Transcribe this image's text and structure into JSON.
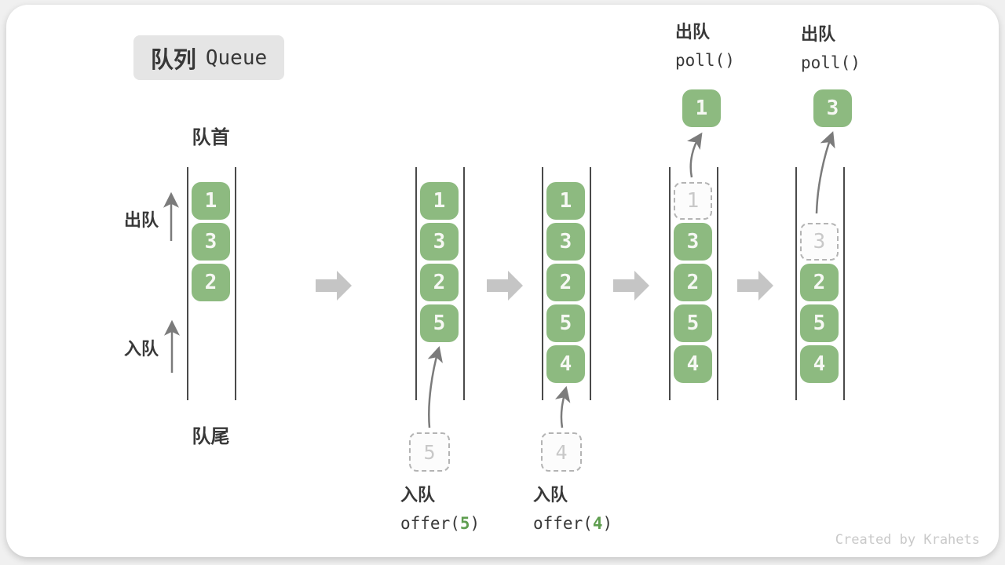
{
  "title": {
    "zh": "队列",
    "en": "Queue"
  },
  "labels": {
    "front": "队首",
    "rear": "队尾",
    "dequeue": "出队",
    "enqueue": "入队"
  },
  "watermark": "Created by Krahets",
  "colors": {
    "block_green": "#8DBA80",
    "block_text": "#F6F8F3",
    "dashed_border": "#B4B4B4",
    "dashed_bg": "#FCFCFC",
    "dashed_text": "#C8C8C8",
    "wall": "#4A4A4A",
    "big_arrow": "#C5C5C5",
    "thin_arrow": "#7B7B7B",
    "text": "#383838",
    "code_green": "#5F9E50",
    "badge_bg": "#E5E5E5",
    "watermark": "#C9C9C9"
  },
  "states": [
    {
      "items": [
        {
          "slot": 0,
          "value": "1"
        },
        {
          "slot": 1,
          "value": "3"
        },
        {
          "slot": 2,
          "value": "2"
        }
      ]
    },
    {
      "items": [
        {
          "slot": 0,
          "value": "1"
        },
        {
          "slot": 1,
          "value": "3"
        },
        {
          "slot": 2,
          "value": "2"
        },
        {
          "slot": 3,
          "value": "5"
        }
      ],
      "insert": {
        "value": "5",
        "label": "入队",
        "code_pre": "offer(",
        "code_arg": "5",
        "code_post": ")"
      }
    },
    {
      "items": [
        {
          "slot": 0,
          "value": "1"
        },
        {
          "slot": 1,
          "value": "3"
        },
        {
          "slot": 2,
          "value": "2"
        },
        {
          "slot": 3,
          "value": "5"
        },
        {
          "slot": 4,
          "value": "4"
        }
      ],
      "insert": {
        "value": "4",
        "label": "入队",
        "code_pre": "offer(",
        "code_arg": "4",
        "code_post": ")"
      }
    },
    {
      "items": [
        {
          "slot": 0,
          "value": "1",
          "dashed": true
        },
        {
          "slot": 1,
          "value": "3"
        },
        {
          "slot": 2,
          "value": "2"
        },
        {
          "slot": 3,
          "value": "5"
        },
        {
          "slot": 4,
          "value": "4"
        }
      ],
      "eject": {
        "value": "1",
        "label": "出队",
        "code": "poll()"
      }
    },
    {
      "items": [
        {
          "slot": 1,
          "value": "3",
          "dashed": true
        },
        {
          "slot": 2,
          "value": "2"
        },
        {
          "slot": 3,
          "value": "5"
        },
        {
          "slot": 4,
          "value": "4"
        }
      ],
      "eject": {
        "value": "3",
        "label": "出队",
        "code": "poll()"
      }
    }
  ]
}
